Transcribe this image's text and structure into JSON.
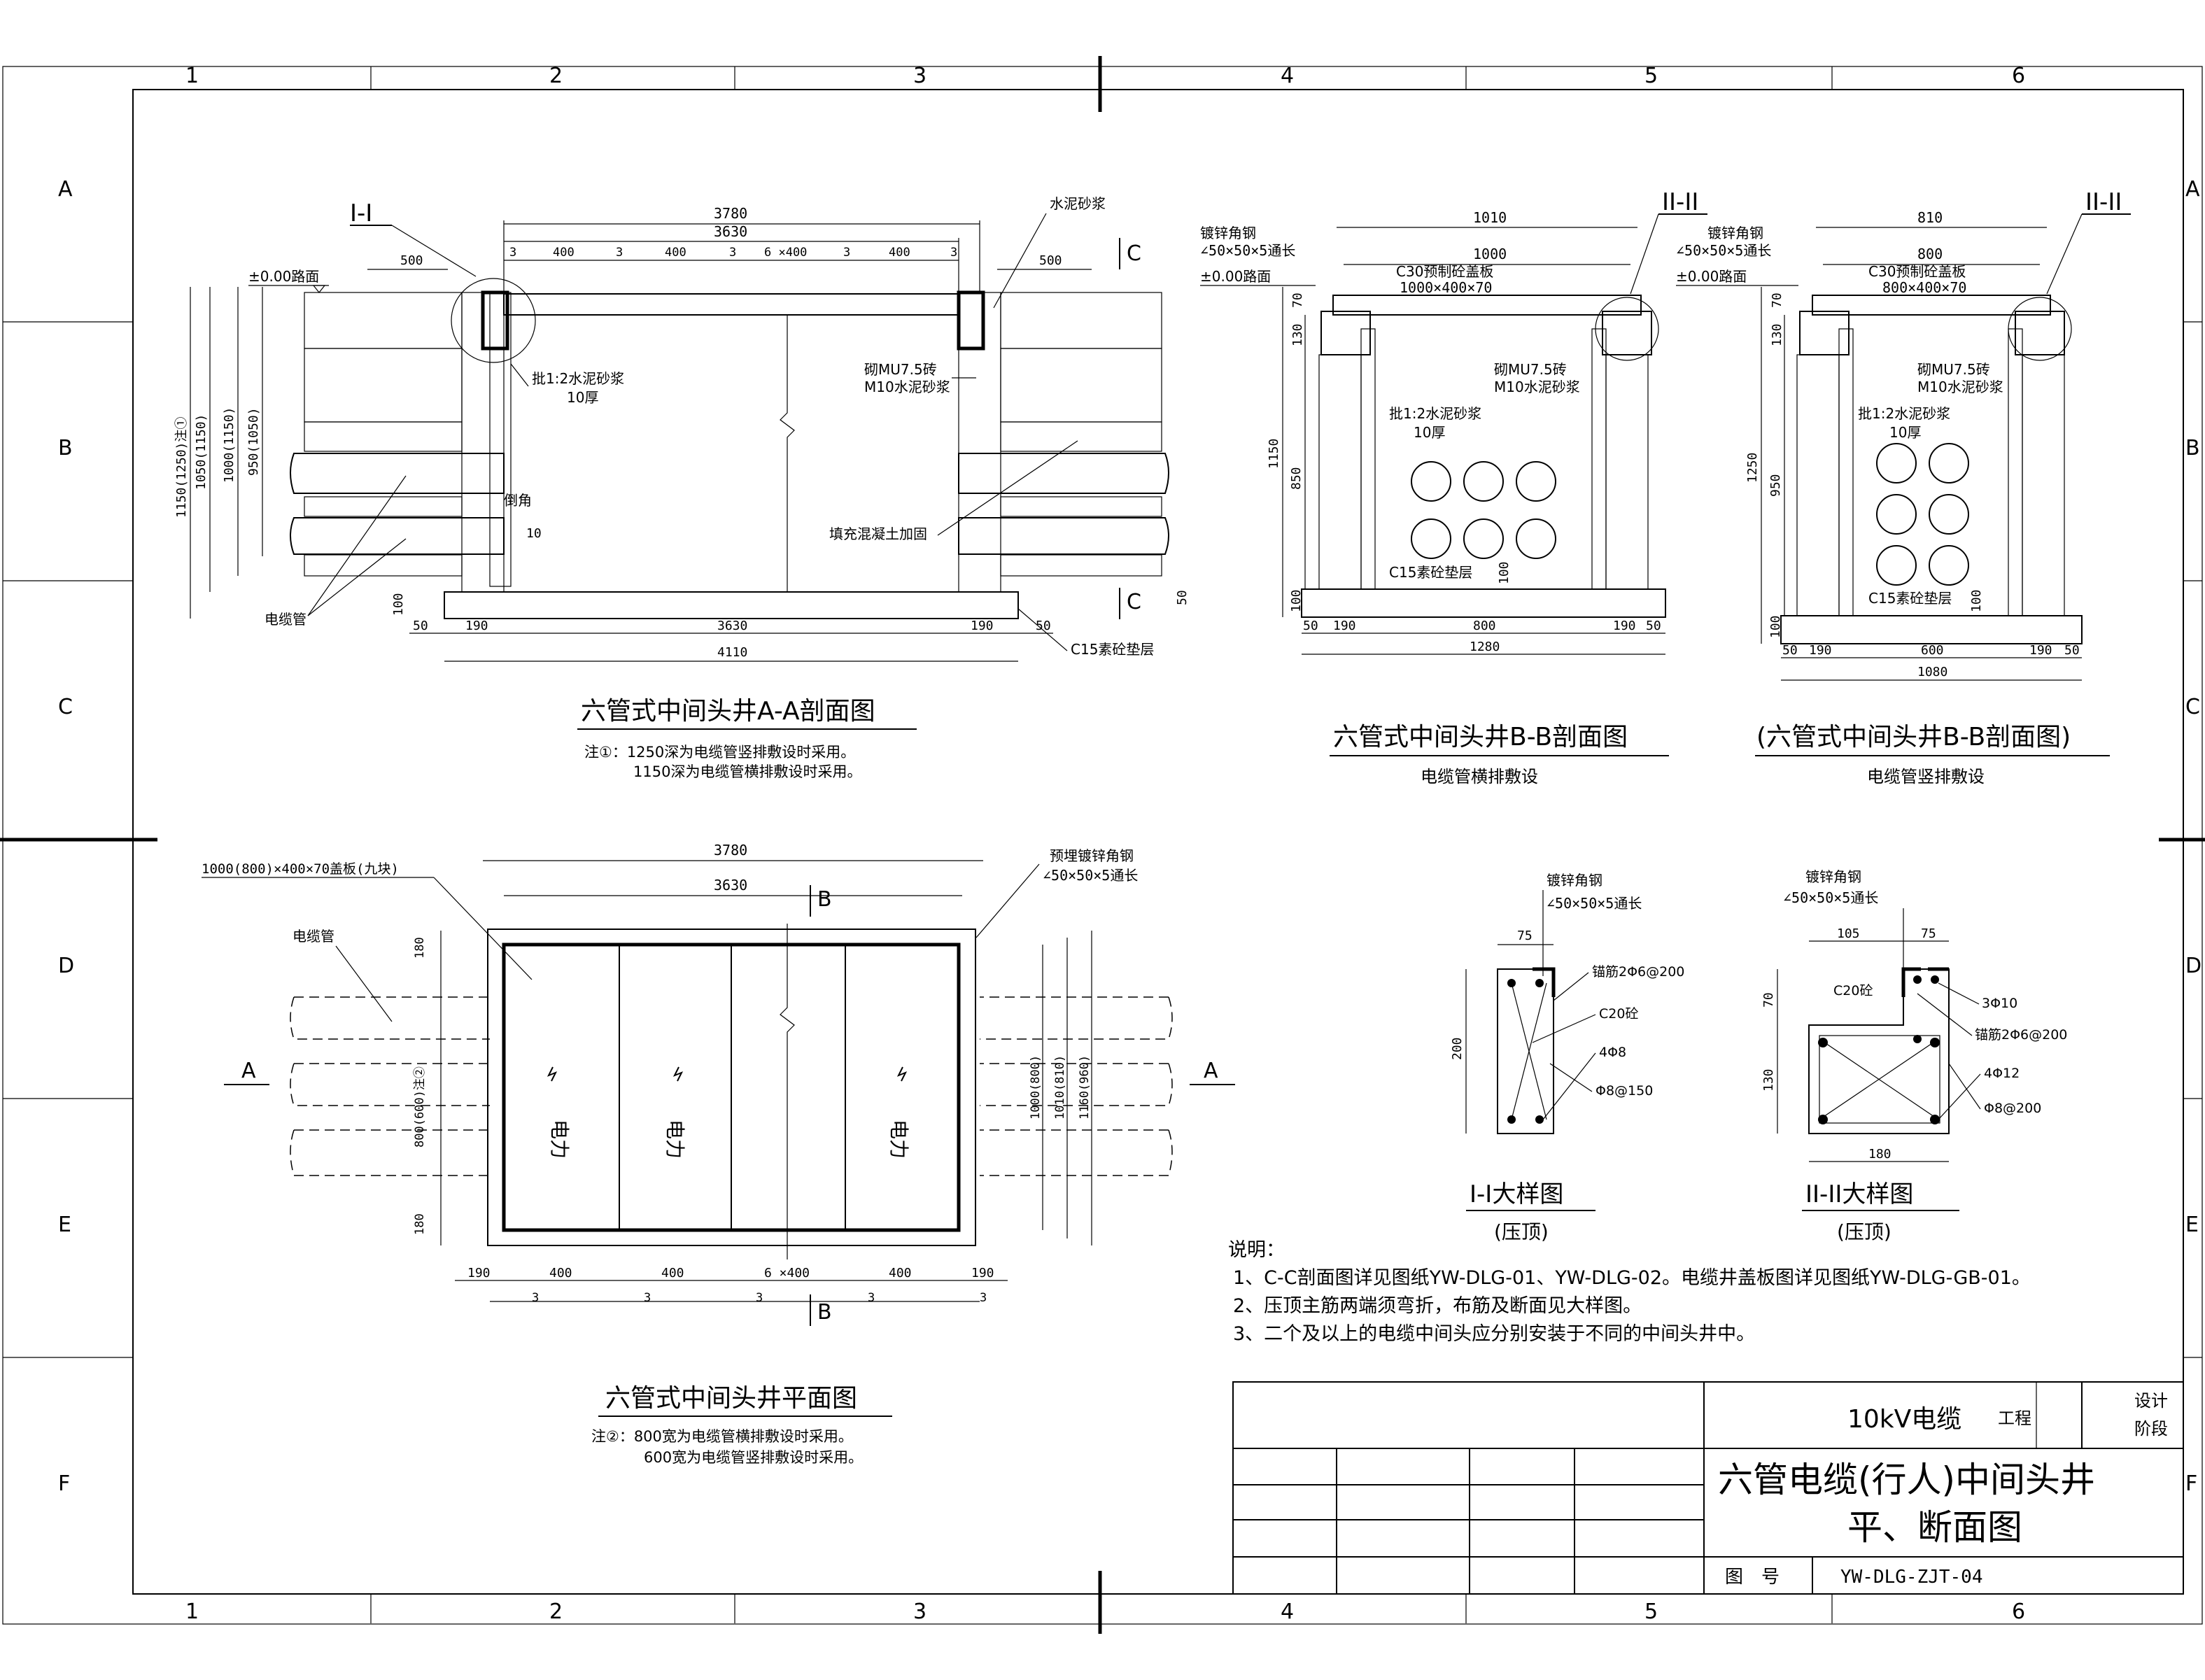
{
  "grid": {
    "cols": [
      "1",
      "2",
      "3",
      "4",
      "5",
      "6"
    ],
    "rows": [
      "A",
      "B",
      "C",
      "D",
      "E",
      "F"
    ]
  },
  "section_aa": {
    "mark": "I-I",
    "dims_top": [
      "3780",
      "3630",
      "3",
      "400",
      "3",
      "400",
      "3",
      "6 ×400",
      "3",
      "400",
      "3"
    ],
    "offset_left": "500",
    "offset_right": "500",
    "road_level": "±0.00路面",
    "mark_c": "C",
    "labels": {
      "cement_mortar": "水泥砂浆",
      "plaster": "批1:2水泥砂浆",
      "plaster_thk": "10厚",
      "brick": "砌MU7.5砖",
      "mortar": "M10水泥砂浆",
      "chamfer": "倒角",
      "chamfer_val": "10",
      "fill_concrete": "填充混凝土加固",
      "cable_pipe": "电缆管",
      "base": "C15素砼垫层"
    },
    "left_dims_vertical": [
      "1150(1250)注①",
      "1050(1150)",
      "1000(1150)",
      "950(1050)"
    ],
    "dims_bottom": [
      "50",
      "190",
      "3630",
      "190",
      "50"
    ],
    "total_bottom": "4110",
    "base_thk": "100",
    "right_small": "50",
    "title": "六管式中间头井A-A剖面图",
    "note_1": "注①：1250深为电缆管竖排敷设时采用。",
    "note_2": "1150深为电缆管横排敷设时采用。"
  },
  "section_bb1": {
    "mark": "II-II",
    "steel_1": "镀锌角钢",
    "steel_2": "∠50×50×5通长",
    "road_level": "±0.00路面",
    "dims_top": [
      "1010",
      "1000"
    ],
    "cover_1": "C30预制砼盖板",
    "cover_2": "1000×400×70",
    "left_dims": [
      "70",
      "130",
      "1150",
      "850",
      "100"
    ],
    "brick": "砌MU7.5砖",
    "mortar": "M10水泥砂浆",
    "plaster": "批1:2水泥砂浆",
    "plaster_thk": "10厚",
    "base": "C15素砼垫层",
    "base_thk": "100",
    "dims_bottom": [
      "50",
      "190",
      "800",
      "190",
      "50"
    ],
    "total_bottom": "1280",
    "title": "六管式中间头井B-B剖面图",
    "subtitle": "电缆管横排敷设"
  },
  "section_bb2": {
    "mark": "II-II",
    "steel_1": "镀锌角钢",
    "steel_2": "∠50×50×5通长",
    "road_level": "±0.00路面",
    "dims_top": [
      "810",
      "800"
    ],
    "cover_1": "C30预制砼盖板",
    "cover_2": "800×400×70",
    "left_dims": [
      "70",
      "130",
      "1250",
      "950",
      "100"
    ],
    "brick": "砌MU7.5砖",
    "mortar": "M10水泥砂浆",
    "plaster": "批1:2水泥砂浆",
    "plaster_thk": "10厚",
    "base": "C15素砼垫层",
    "base_thk": "100",
    "dims_bottom": [
      "50",
      "190",
      "600",
      "190",
      "50"
    ],
    "total_bottom": "1080",
    "title": "(六管式中间头井B-B剖面图)",
    "subtitle": "电缆管竖排敷设"
  },
  "plan": {
    "dims_top": [
      "3780",
      "3630"
    ],
    "cover_note": "1000(800)×400×70盖板(九块)",
    "embedded_1": "预埋镀锌角钢",
    "embedded_2": "∠50×50×5通长",
    "cable_pipe": "电缆管",
    "mark_a": "A",
    "mark_b": "B",
    "left_dims": [
      "180",
      "800(600)注②",
      "180"
    ],
    "right_dims": [
      "1000(800)",
      "1010(810)",
      "1160(960)"
    ],
    "panel_text": "电力",
    "dims_bottom": [
      "190",
      "400",
      "400",
      "6 ×400",
      "400",
      "190"
    ],
    "dims_gap": [
      "3",
      "3",
      "3",
      "3",
      "3"
    ],
    "title": "六管式中间头井平面图",
    "note_1": "注②：800宽为电缆管横排敷设时采用。",
    "note_2": "600宽为电缆管竖排敷设时采用。"
  },
  "detail_1": {
    "steel_1": "镀锌角钢",
    "steel_2": "∠50×50×5通长",
    "width": "75",
    "height": "200",
    "rebar_anchor": "锚筋2Φ6@200",
    "concrete": "C20砼",
    "main_bar": "4Φ8",
    "stirrup": "Φ8@150",
    "title": "I-I大样图",
    "subtitle": "(压顶)"
  },
  "detail_2": {
    "steel_1": "镀锌角钢",
    "steel_2": "∠50×50×5通长",
    "width_a": "105",
    "width_b": "75",
    "height_a": "70",
    "height_b": "130",
    "bottom": "180",
    "concrete": "C20砼",
    "bar_top": "3Φ10",
    "rebar_anchor": "锚筋2Φ6@200",
    "main_bar": "4Φ12",
    "stirrup": "Φ8@200",
    "title": "II-II大样图",
    "subtitle": "(压顶)"
  },
  "notes": {
    "heading": "说明：",
    "items": [
      "1、C-C剖面图详见图纸YW-DLG-01、YW-DLG-02。电缆井盖板图详见图纸YW-DLG-GB-01。",
      "2、压顶主筋两端须弯折，布筋及断面见大样图。",
      "3、二个及以上的电缆中间头应分别安装于不同的中间头井中。"
    ]
  },
  "title_block": {
    "project": "10kV电缆",
    "project_suffix": "工程",
    "stage_1": "设计",
    "stage_2": "阶段",
    "title_1": "六管电缆(行人)中间头井",
    "title_2": "平、断面图",
    "drawing_no_label": "图　号",
    "drawing_no": "YW-DLG-ZJT-04"
  }
}
